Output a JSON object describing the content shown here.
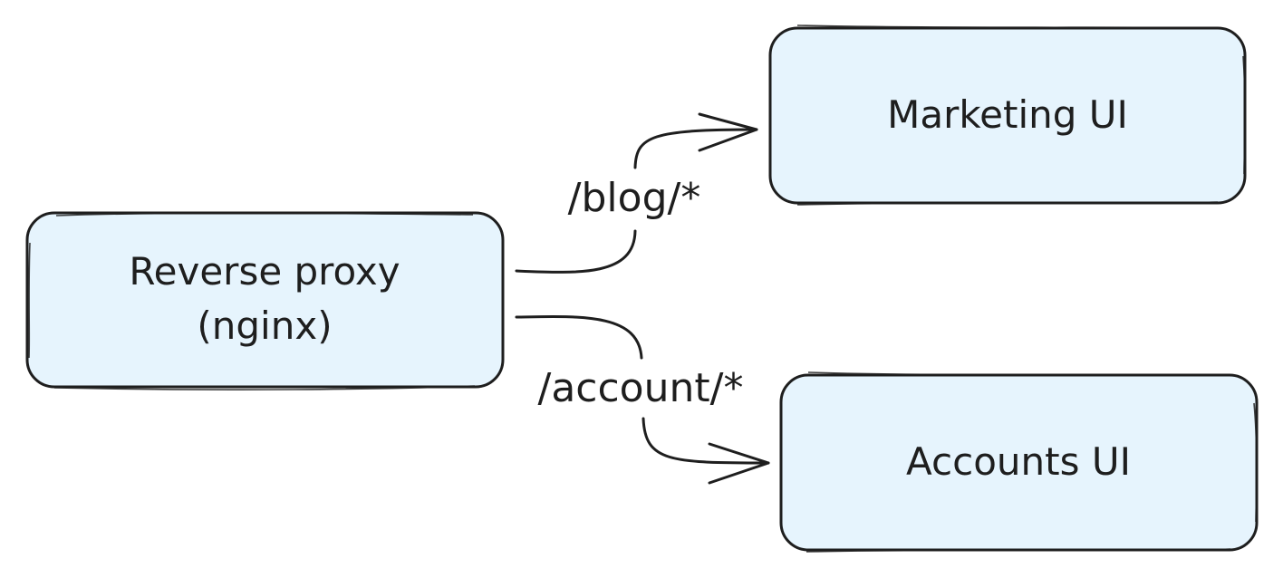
{
  "diagram": {
    "nodes": {
      "proxy": {
        "line1": "Reverse proxy",
        "line2": "(nginx)"
      },
      "marketing": {
        "label": "Marketing UI"
      },
      "accounts": {
        "label": "Accounts UI"
      }
    },
    "edges": {
      "blog": {
        "label": "/blog/*"
      },
      "account": {
        "label": "/account/*"
      }
    },
    "colors": {
      "box_fill": "#e6f4fd",
      "stroke": "#1e1e1e",
      "background": "#ffffff"
    }
  }
}
